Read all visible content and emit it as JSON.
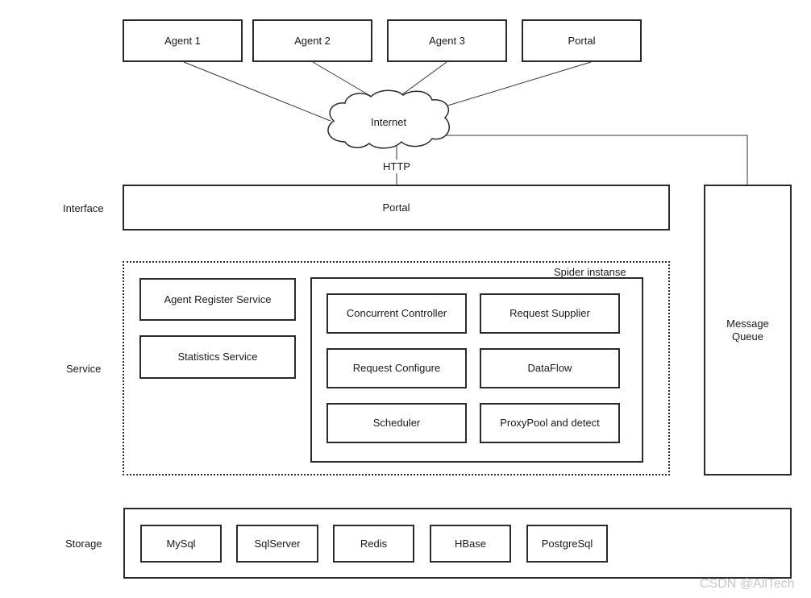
{
  "agents": [
    "Agent 1",
    "Agent 2",
    "Agent 3",
    "Portal"
  ],
  "cloud_label": "Internet",
  "http_label": "HTTP",
  "layers": {
    "interface": "Interface",
    "service": "Service",
    "storage": "Storage"
  },
  "interface_portal": "Portal",
  "message_queue": [
    "Message",
    "Queue"
  ],
  "services": [
    "Agent Register Service",
    "Statistics Service"
  ],
  "spider": {
    "title": "Spider instanse",
    "components": [
      "Concurrent Controller",
      "Request Supplier",
      "Request Configure",
      "DataFlow",
      "Scheduler",
      "ProxyPool and detect"
    ]
  },
  "storage_items": [
    "MySql",
    "SqlServer",
    "Redis",
    "HBase",
    "PostgreSql"
  ],
  "watermark": "CSDN @AllTech"
}
